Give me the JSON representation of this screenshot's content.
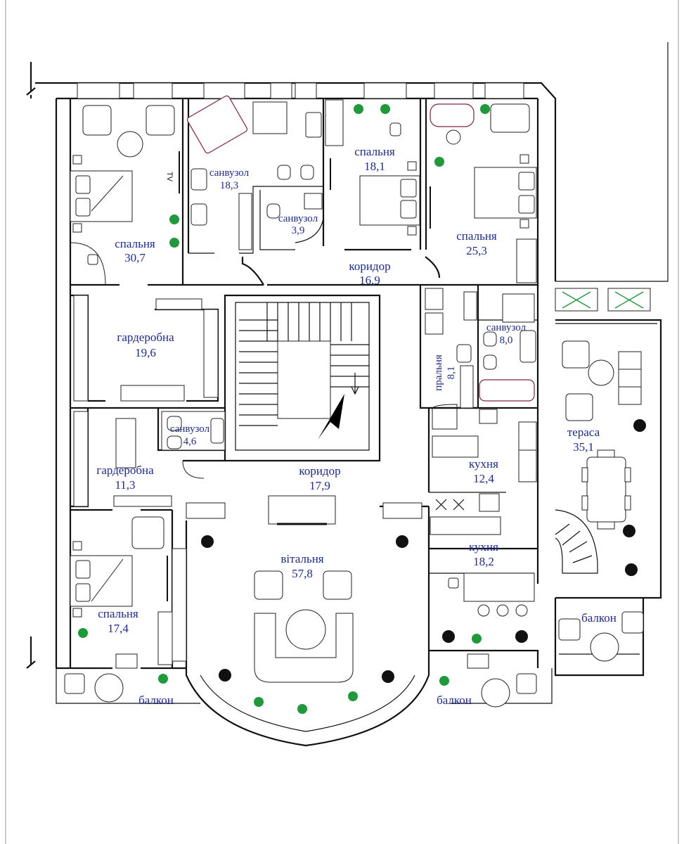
{
  "rooms": [
    {
      "id": "bedroom-1",
      "name": "спальня",
      "area": "30,7"
    },
    {
      "id": "bathroom-1",
      "name": "санвузол",
      "area": "18,3"
    },
    {
      "id": "bathroom-2",
      "name": "санвузол",
      "area": "3,9"
    },
    {
      "id": "bedroom-2",
      "name": "спальня",
      "area": "18,1"
    },
    {
      "id": "bedroom-3",
      "name": "спальня",
      "area": "25,3"
    },
    {
      "id": "corridor-1",
      "name": "коридор",
      "area": "16,9"
    },
    {
      "id": "wardrobe-1",
      "name": "гардеробна",
      "area": "19,6"
    },
    {
      "id": "laundry",
      "name": "пральня",
      "area": "8,1"
    },
    {
      "id": "bathroom-3",
      "name": "санвузол",
      "area": "8,0"
    },
    {
      "id": "bathroom-4",
      "name": "санвузол",
      "area": "4,6"
    },
    {
      "id": "wardrobe-2",
      "name": "гардеробна",
      "area": "11,3"
    },
    {
      "id": "corridor-2",
      "name": "коридор",
      "area": "17,9"
    },
    {
      "id": "kitchen-1",
      "name": "кухня",
      "area": "12,4"
    },
    {
      "id": "terrace",
      "name": "тераса",
      "area": "35,1"
    },
    {
      "id": "living-room",
      "name": "вітальня",
      "area": "57,8"
    },
    {
      "id": "kitchen-2",
      "name": "кухня",
      "area": "18,2"
    },
    {
      "id": "bedroom-4",
      "name": "спальня",
      "area": "17,4"
    }
  ],
  "balconies": [
    "балкон",
    "балкон",
    "балкон"
  ],
  "tv_label": "TV",
  "colors": {
    "labels": "#1c2a9a",
    "walls": "#111111",
    "plants": "#1f9a3a",
    "bathtub": "#8a2040"
  }
}
